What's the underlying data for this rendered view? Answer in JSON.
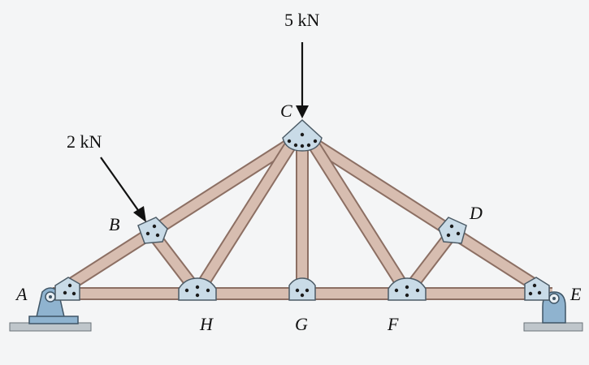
{
  "loads": {
    "top": "5 kN",
    "left": "2 kN"
  },
  "joints": {
    "A": "A",
    "B": "B",
    "C": "C",
    "D": "D",
    "E": "E",
    "F": "F",
    "G": "G",
    "H": "H"
  },
  "colors": {
    "member": "#d7bdb0",
    "member_edge": "#8c6f63",
    "gusset_plate": "#c9dbe7",
    "support": "#8fb3cf"
  }
}
